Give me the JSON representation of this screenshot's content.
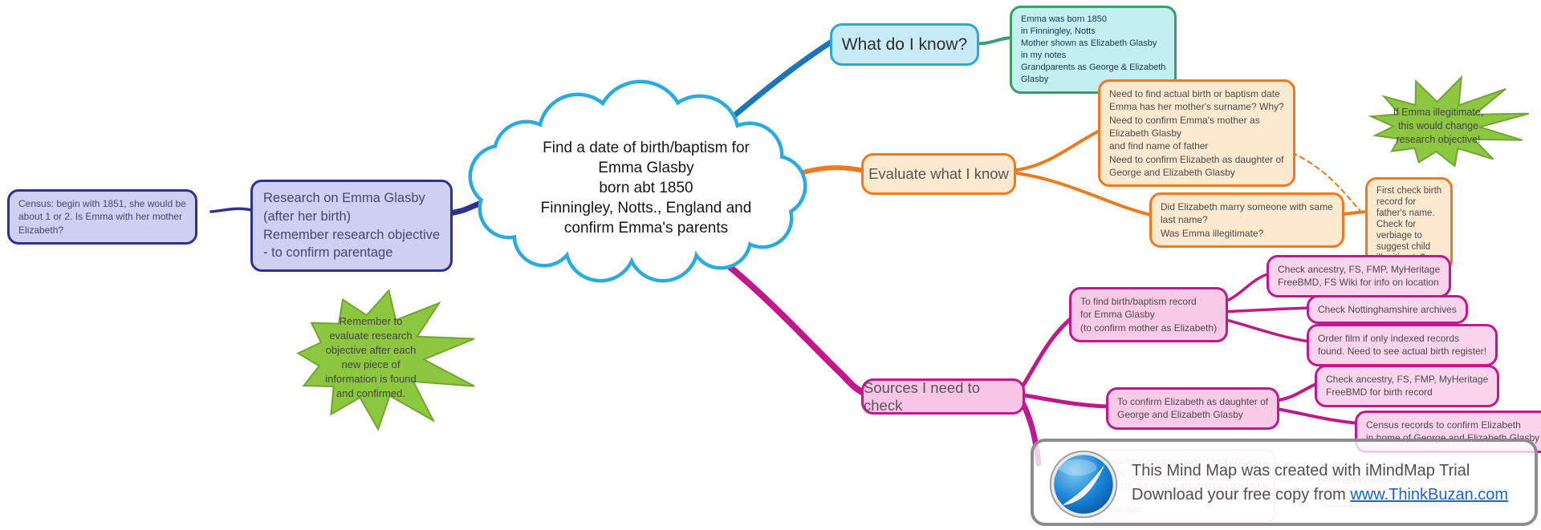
{
  "central": {
    "text": "Find a date of birth/baptism for\nEmma Glasby\nborn abt 1850\nFinningley, Notts., England and\nconfirm Emma's parents"
  },
  "left_branch": {
    "research_note": "Research on Emma Glasby\n(after her birth)\nRemember research objective\n- to confirm parentage",
    "census_note": "Census: begin with 1851, she would be\nabout 1 or 2. Is Emma with her mother\nElizabeth?"
  },
  "know_branch": {
    "label": "What do I know?",
    "note": "Emma was born 1850\nin Finningley, Notts\nMother shown as Elizabeth Glasby\nin my notes\nGrandparents as George & Elizabeth\nGlasby"
  },
  "evaluate_branch": {
    "label": "Evaluate what I know",
    "needs_note": "Need to find actual birth or baptism date\nEmma has her mother's surname? Why?\nNeed to confirm Emma's mother as\nElizabeth Glasby\nand find name of father\nNeed to confirm Elizabeth as daughter of\nGeorge and Elizabeth Glasby",
    "marry_note": "Did Elizabeth marry someone with same\nlast name?\nWas Emma illegitimate?",
    "first_check_note": "First check birth\nrecord for\nfather's name.\nCheck for\nverbiage to\nsuggest child\nillegitimate?"
  },
  "sources_branch": {
    "label": "Sources I need to check",
    "birth_record_note": "To find birth/baptism record\nfor Emma Glasby\n(to confirm mother as Elizabeth)",
    "ancestry_location_note": "Check ancestry, FS, FMP, MyHeritage\nFreeBMD, FS Wiki for info on location",
    "nottinghamshire_note": "Check Nottinghamshire archives",
    "order_film_note": "Order film if only indexed records\nfound. Need to see actual birth register!",
    "confirm_elizabeth_note": "To confirm Elizabeth as daughter of\nGeorge and Elizabeth Glasby",
    "ancestry_birth_note": "Check ancestry, FS, FMP, MyHeritage\nFreeBMD for birth record",
    "census_confirm_note": "Census records to confirm Elizabeth\nin home of George and Elizabeth Glasby",
    "marriage_note_faded": "Check for a marriage record for Elizabeth\nGlasby ...\nrule in or out a marriage. Emma born 1849\nche...\nof this date.",
    "archives_note_faded": "FreeBMD, Ancestry, FS, FMP,\n...e Archives"
  },
  "callouts": {
    "illegitimate_star": "If Emma illegitimate,\nthis would change\nresearch objective!",
    "remember_star": "Remember to\nevaluate research\nobjective after each\nnew piece of\ninformation is found\nand confirmed."
  },
  "watermark": {
    "line1": "This Mind Map was created with iMindMap Trial",
    "line2_prefix": "Download your free copy from ",
    "link": "www.ThinkBuzan.com"
  },
  "colors": {
    "cloud_border": "#29abe2",
    "know_branch": "#1b75bc",
    "know_note_border": "#36a06b",
    "evaluate_branch": "#f1791d",
    "sources_branch": "#c2188c",
    "left_branch": "#2e3192",
    "star_green": "#8dc63f",
    "star_green_border": "#71a630",
    "link_blue": "#1a66cc"
  }
}
